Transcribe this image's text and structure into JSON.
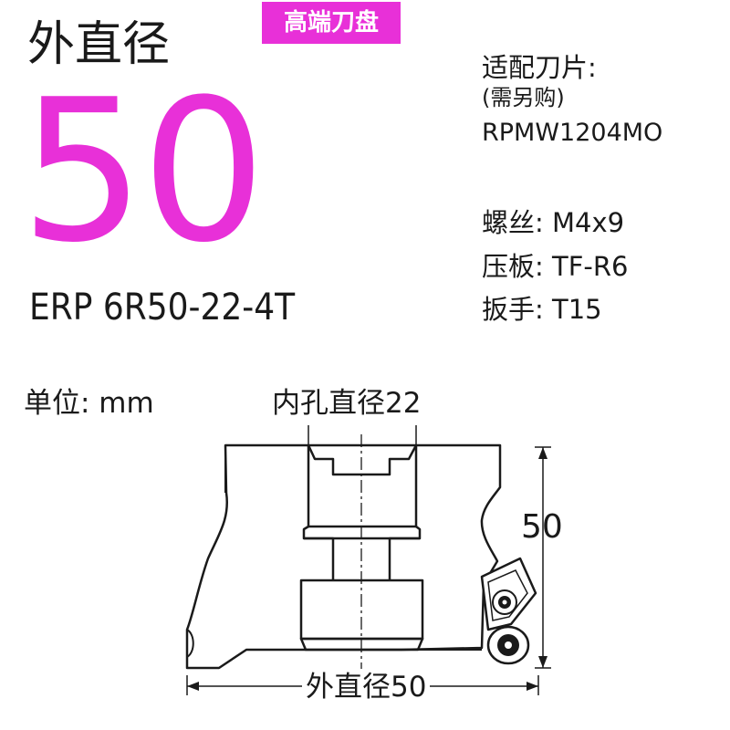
{
  "header": {
    "outer_diameter_label": "外直径",
    "diameter_value": "50",
    "model": "ERP 6R50-22-4T",
    "badge": "高端刀盘"
  },
  "specs": {
    "insert_label": "适配刀片:",
    "insert_note": "(需另购)",
    "insert_code": "RPMW1204MO",
    "screw": "螺丝: M4x9",
    "clamp": "压板: TF-R6",
    "wrench": "扳手: T15"
  },
  "drawing": {
    "unit": "单位: mm",
    "inner_bore": "内孔直径22",
    "height": "50",
    "outer_diameter": "外直径50"
  },
  "colors": {
    "accent": "#e830d8",
    "text": "#1a1a1a"
  }
}
